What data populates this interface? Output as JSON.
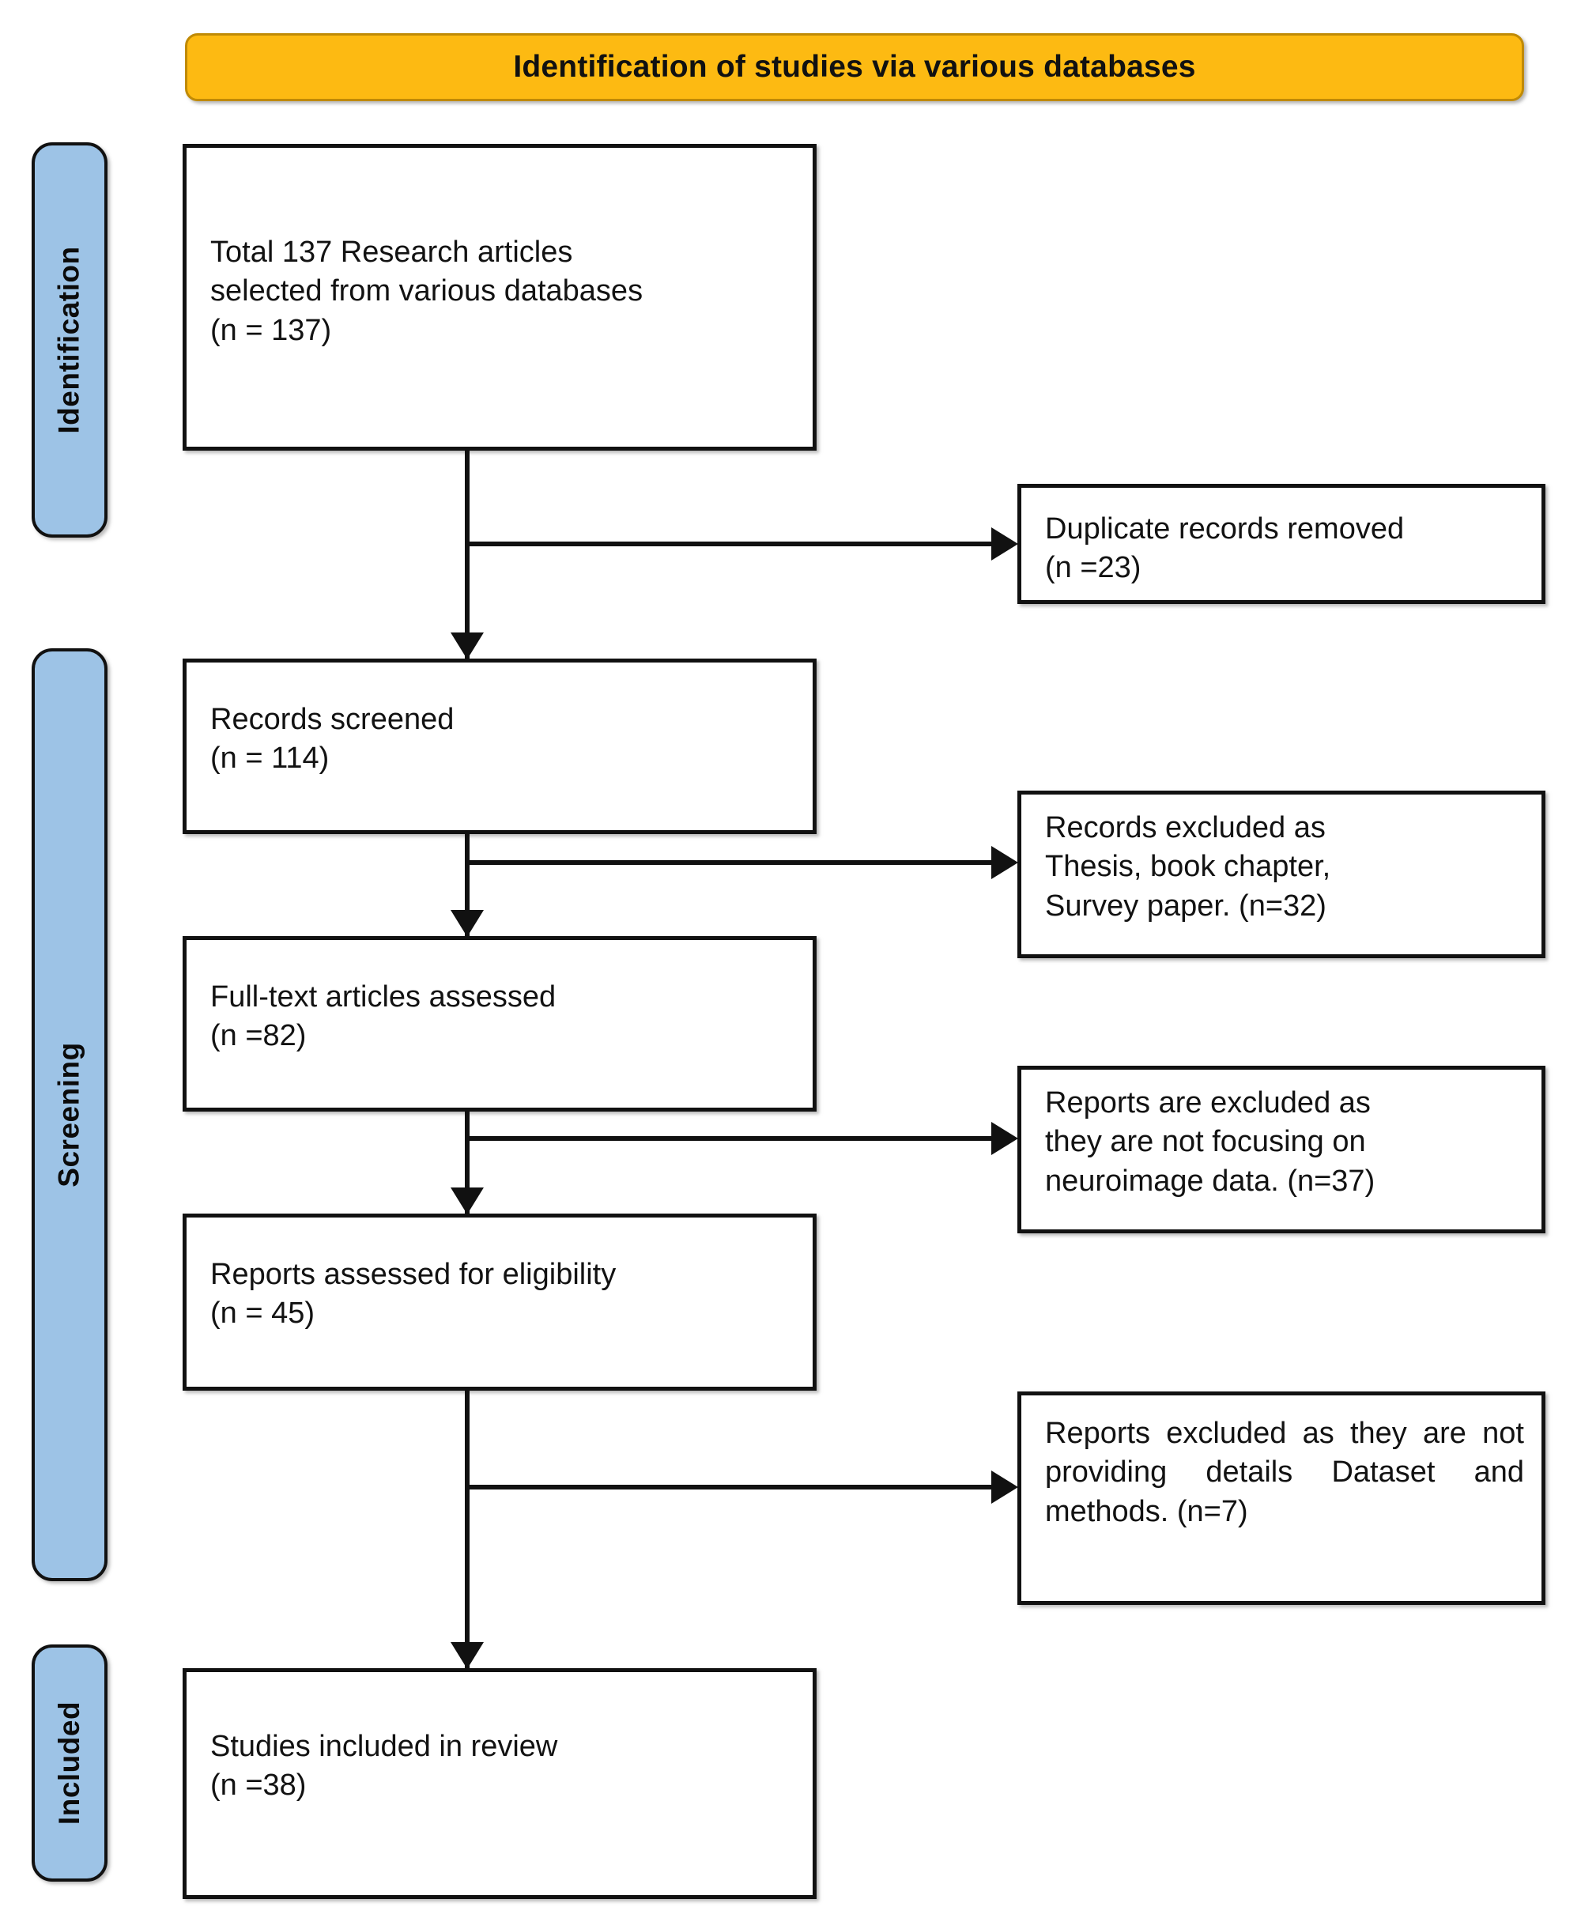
{
  "header": {
    "title": "Identification of studies via various databases",
    "bg_color": "#FDBA12",
    "border_color": "#C08A05"
  },
  "stages": [
    {
      "id": "identification",
      "label": "Identification",
      "bg_color": "#9DC3E6"
    },
    {
      "id": "screening",
      "label": "Screening",
      "bg_color": "#9DC3E6"
    },
    {
      "id": "included",
      "label": "Included",
      "bg_color": "#9DC3E6"
    }
  ],
  "flow": {
    "total_records": {
      "text": "Total 137 Research articles\nselected from various databases\n(n = 137)",
      "count": 137
    },
    "duplicates_removed": {
      "text": "Duplicate records removed\n(n =23)",
      "count": 23
    },
    "records_screened": {
      "text": "Records screened\n(n = 114)",
      "count": 114
    },
    "excluded_thesis": {
      "text": "Records excluded as\nThesis, book chapter,\nSurvey paper. (n=32)",
      "count": 32
    },
    "fulltext_assessed": {
      "text": "Full-text articles assessed\n(n =82)",
      "count": 82
    },
    "excluded_neuroimage": {
      "text": "Reports are excluded as\nthey are not focusing on\nneuroimage data. (n=37)",
      "count": 37
    },
    "reports_eligibility": {
      "text": "Reports assessed for eligibility\n(n = 45)",
      "count": 45
    },
    "excluded_details": {
      "text": "Reports excluded as they are not providing details Dataset and methods. (n=7)",
      "count": 7
    },
    "studies_included": {
      "text": "Studies included in review\n(n =38)",
      "count": 38
    }
  },
  "chart_data": {
    "type": "diagram",
    "title": "Identification of studies via various databases",
    "diagram_kind": "PRISMA flow diagram",
    "stages": [
      "Identification",
      "Screening",
      "Included"
    ],
    "nodes": [
      {
        "id": "total_records",
        "stage": "Identification",
        "label": "Total 137 Research articles selected from various databases",
        "n": 137,
        "column": "main"
      },
      {
        "id": "duplicates_removed",
        "stage": "Identification",
        "label": "Duplicate records removed",
        "n": 23,
        "column": "excluded"
      },
      {
        "id": "records_screened",
        "stage": "Screening",
        "label": "Records screened",
        "n": 114,
        "column": "main"
      },
      {
        "id": "excluded_thesis",
        "stage": "Screening",
        "label": "Records excluded as Thesis, book chapter, Survey paper.",
        "n": 32,
        "column": "excluded"
      },
      {
        "id": "fulltext_assessed",
        "stage": "Screening",
        "label": "Full-text articles assessed",
        "n": 82,
        "column": "main"
      },
      {
        "id": "excluded_neuroimage",
        "stage": "Screening",
        "label": "Reports are excluded as they are not focusing on neuroimage data.",
        "n": 37,
        "column": "excluded"
      },
      {
        "id": "reports_eligibility",
        "stage": "Screening",
        "label": "Reports assessed for eligibility",
        "n": 45,
        "column": "main"
      },
      {
        "id": "excluded_details",
        "stage": "Screening",
        "label": "Reports excluded as they are not providing details Dataset and methods.",
        "n": 7,
        "column": "excluded"
      },
      {
        "id": "studies_included",
        "stage": "Included",
        "label": "Studies included in review",
        "n": 38,
        "column": "main"
      }
    ],
    "edges": [
      {
        "from": "total_records",
        "to": "duplicates_removed",
        "direction": "right"
      },
      {
        "from": "total_records",
        "to": "records_screened",
        "direction": "down"
      },
      {
        "from": "records_screened",
        "to": "excluded_thesis",
        "direction": "right"
      },
      {
        "from": "records_screened",
        "to": "fulltext_assessed",
        "direction": "down"
      },
      {
        "from": "fulltext_assessed",
        "to": "excluded_neuroimage",
        "direction": "right"
      },
      {
        "from": "fulltext_assessed",
        "to": "reports_eligibility",
        "direction": "down"
      },
      {
        "from": "reports_eligibility",
        "to": "excluded_details",
        "direction": "right"
      },
      {
        "from": "reports_eligibility",
        "to": "studies_included",
        "direction": "down"
      }
    ]
  }
}
